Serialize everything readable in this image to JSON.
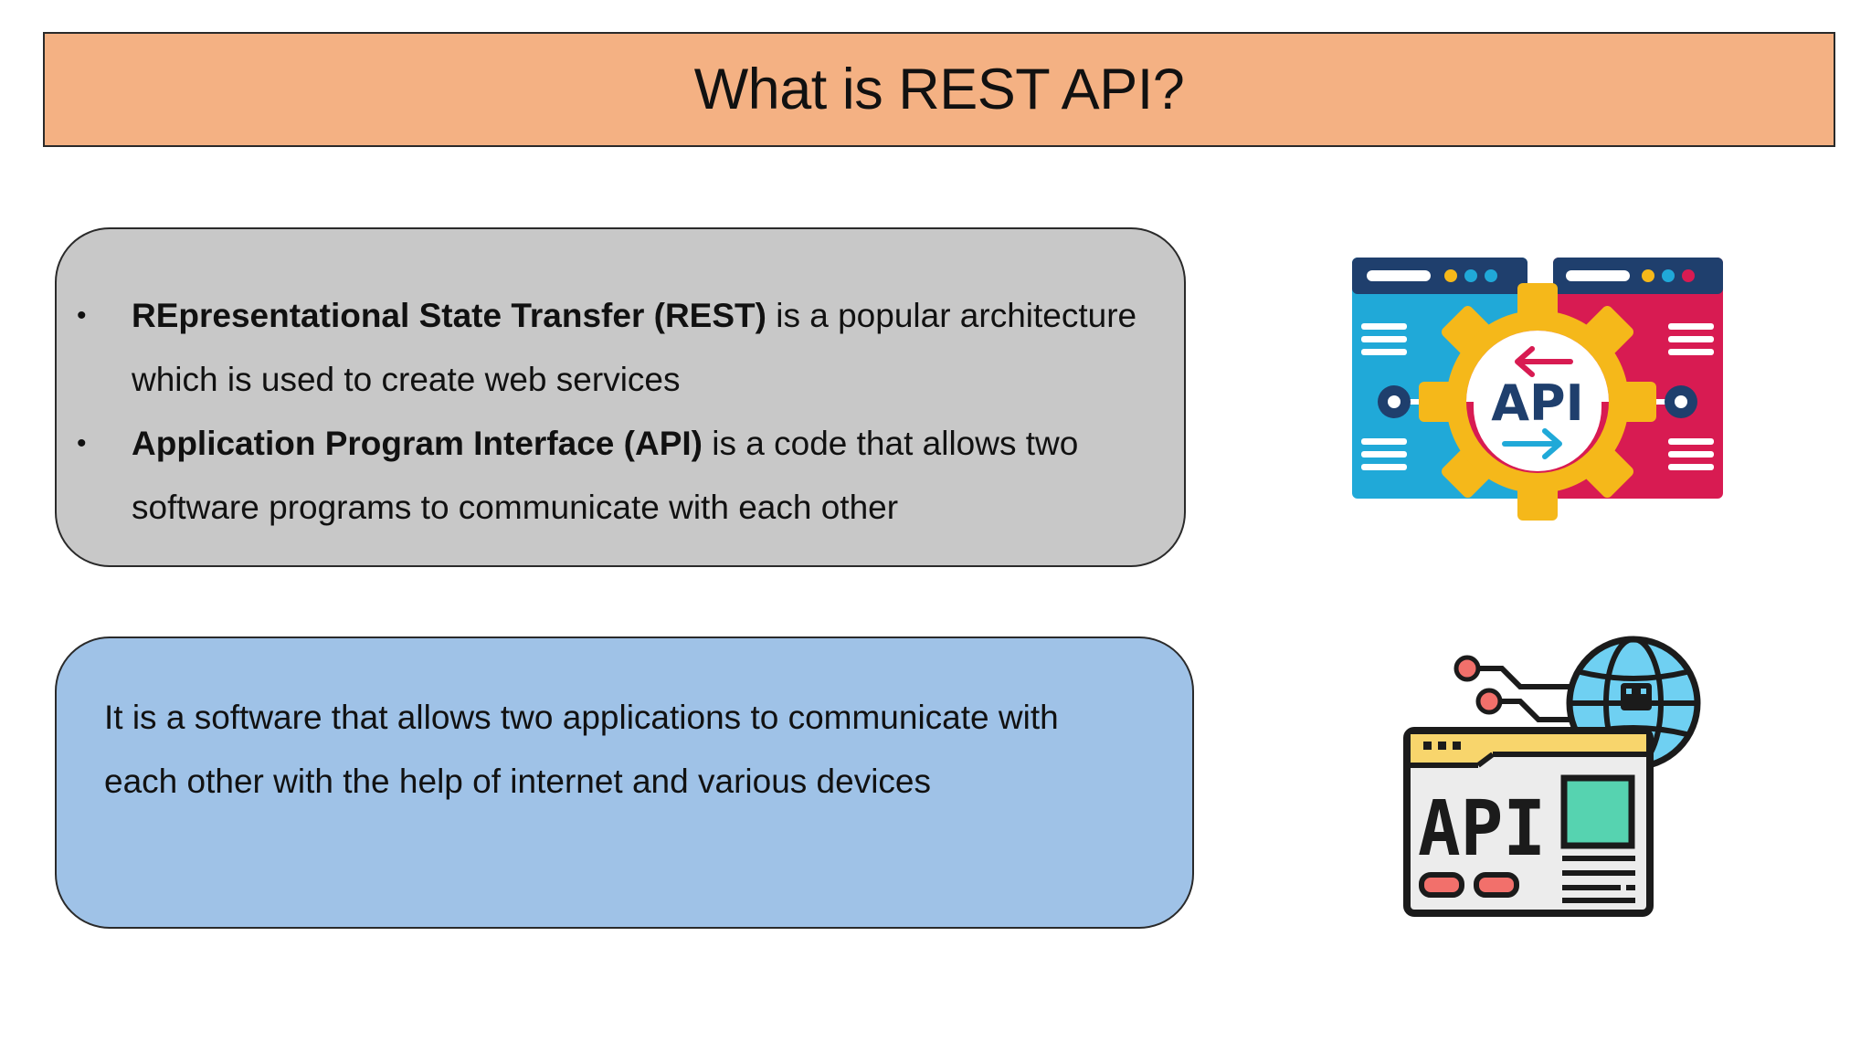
{
  "slide": {
    "title": "What is REST API?",
    "colors": {
      "title_bg": "#f4b183",
      "definition_box_bg": "#c8c8c8",
      "description_box_bg": "#9fc2e7",
      "border": "#2a2a2a"
    }
  },
  "definitions": [
    {
      "term": "REpresentational State Transfer (REST)",
      "text": " is a popular architecture which is used to create web services"
    },
    {
      "term": "Application Program Interface (API)",
      "text": " is a code that allows two software programs to communicate with each other"
    }
  ],
  "description": "It is a software that allows two applications to communicate with each other with the help of internet and various devices",
  "icons": {
    "gear_icon_label": "API",
    "browser_icon_label": "API"
  }
}
